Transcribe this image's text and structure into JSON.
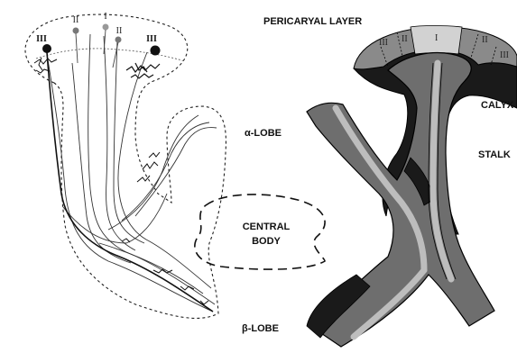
{
  "labels": {
    "pericaryal_layer": "PERICARYAL LAYER",
    "calyx": "CALYX",
    "stalk": "STALK",
    "alpha_lobe": "α-LOBE",
    "central_body_line1": "CENTRAL",
    "central_body_line2": "BODY",
    "beta_lobe": "β-LOBE"
  },
  "neuron_types": {
    "left": [
      "III",
      "II",
      "I",
      "II",
      "III"
    ],
    "right": [
      "III",
      "II",
      "I",
      "II",
      "III"
    ]
  },
  "colors": {
    "dark_region": "#1a1a1a",
    "mid_region": "#6e6e6e",
    "light_band": "#bdbdbd",
    "outline": "#000000"
  }
}
